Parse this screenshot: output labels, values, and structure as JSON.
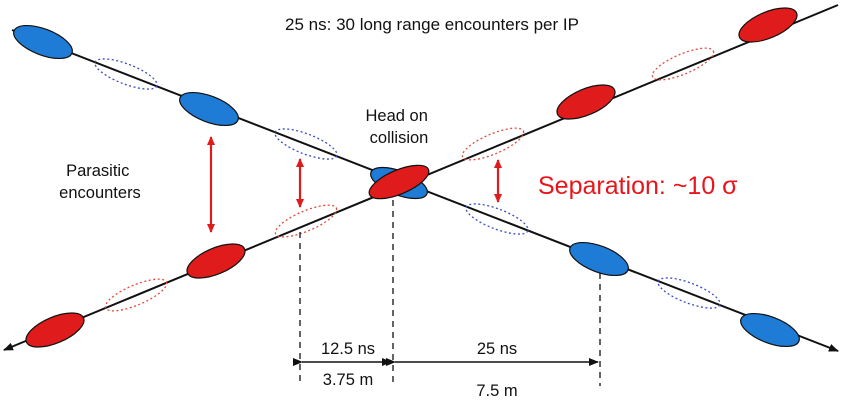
{
  "title": "25 ns: 30 long range encounters per IP",
  "head_on": [
    "Head on",
    "collision"
  ],
  "parasitic": [
    "Parasitic",
    "encounters"
  ],
  "separation": "Separation: ~10 σ",
  "spacings": {
    "half_time": "12.5 ns",
    "half_distance": "3.75 m",
    "full_time": "25 ns",
    "full_distance": "7.5 m"
  },
  "colors": {
    "blue_bunch": "#1e7bd6",
    "red_bunch": "#e01b1b",
    "blue_dotted": "#3a4fc0",
    "red_dotted": "#e04a3a",
    "separation_text": "#e8161b",
    "line": "#111111"
  }
}
